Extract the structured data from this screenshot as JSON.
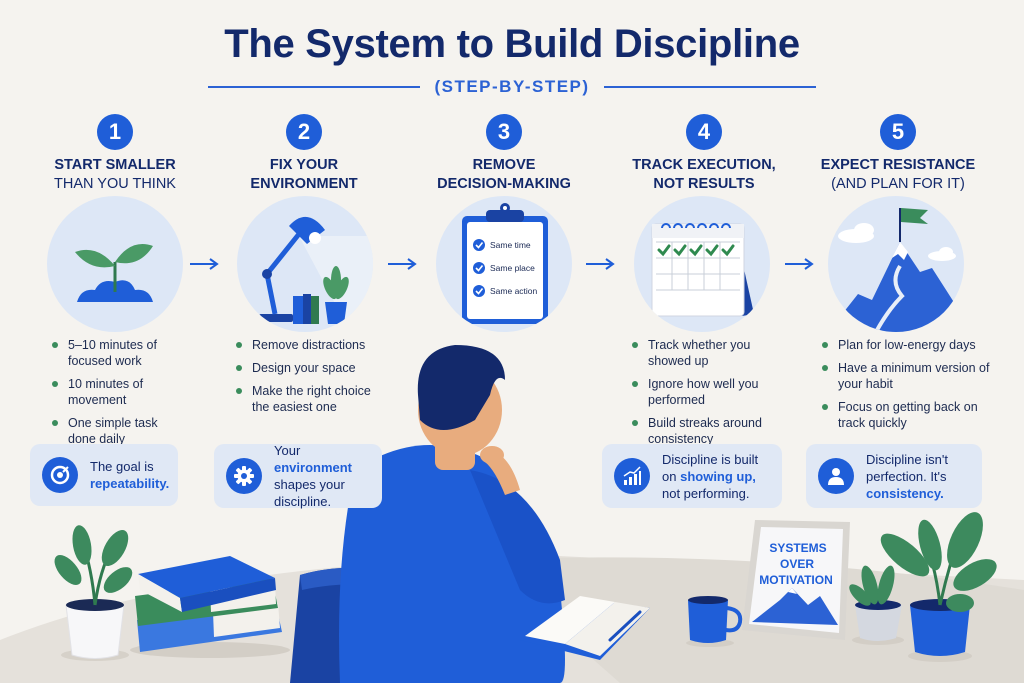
{
  "header": {
    "title": "The System to Build Discipline",
    "subtitle": "(STEP-BY-STEP)"
  },
  "steps": [
    {
      "number": "1",
      "title_line1": "START SMALLER",
      "title_line2": "THAN YOU THINK",
      "illustration": "sprout-icon",
      "bullets": [
        "5–10 minutes of focused work",
        "10 minutes of movement",
        "One simple task done daily"
      ],
      "callout": {
        "icon": "target-icon",
        "pre": "The goal is",
        "highlight": "repeatability.",
        "post": ""
      }
    },
    {
      "number": "2",
      "title_line1": "FIX YOUR",
      "title_line2": "ENVIRONMENT",
      "illustration": "desk-lamp-icon",
      "bullets": [
        "Remove distractions",
        "Design your space",
        "Make the right choice the easiest one"
      ],
      "callout": {
        "icon": "gear-icon",
        "pre": "Your",
        "highlight": "environment",
        "post": "shapes your discipline."
      }
    },
    {
      "number": "3",
      "title_line1": "REMOVE",
      "title_line2": "DECISION-MAKING",
      "illustration": "clipboard-checklist-icon",
      "checklist": [
        "Same time",
        "Same place",
        "Same action"
      ]
    },
    {
      "number": "4",
      "title_line1": "TRACK EXECUTION,",
      "title_line2": "NOT RESULTS",
      "illustration": "calendar-checks-icon",
      "bullets": [
        "Track whether you showed up",
        "Ignore how well you performed",
        "Build streaks around consistency"
      ],
      "callout": {
        "icon": "growth-chart-icon",
        "pre": "Discipline is built on",
        "highlight": "showing up,",
        "post": "not performing."
      }
    },
    {
      "number": "5",
      "title_line1": "EXPECT RESISTANCE",
      "title_line2": "(AND PLAN FOR IT)",
      "illustration": "mountain-flag-icon",
      "bullets": [
        "Plan for low-energy days",
        "Have a minimum version of your habit",
        "Focus on getting back on track quickly"
      ],
      "callout": {
        "icon": "person-icon",
        "pre": "Discipline isn't perfection. It's",
        "highlight": "consistency.",
        "post": ""
      }
    }
  ],
  "scene": {
    "frame_text_line1": "SYSTEMS",
    "frame_text_line2": "OVER",
    "frame_text_line3": "MOTIVATION"
  },
  "colors": {
    "background": "#f5f3ef",
    "navy": "#13296b",
    "accent_blue": "#1f5ed8",
    "bullet_green": "#3a8c5c",
    "callout_bg": "#e0e8f5",
    "circle_bg": "#dde7f6"
  }
}
